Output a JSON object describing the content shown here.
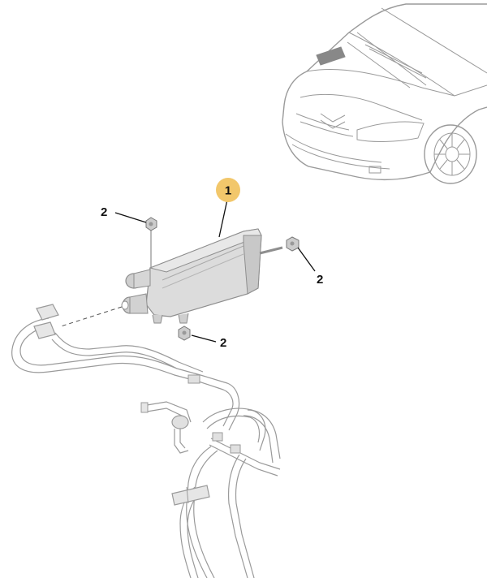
{
  "diagram": {
    "part_callout": {
      "number": "1",
      "badge_color": "#f2c76b"
    },
    "fastener_callouts": [
      {
        "id": "top-left",
        "number": "2"
      },
      {
        "id": "right",
        "number": "2"
      },
      {
        "id": "bottom",
        "number": "2"
      }
    ],
    "colors": {
      "line_art": "#9a9a9a",
      "canister_fill": "#dcdcdc",
      "canister_dark": "#bdbdbd",
      "leader": "#111111"
    }
  }
}
